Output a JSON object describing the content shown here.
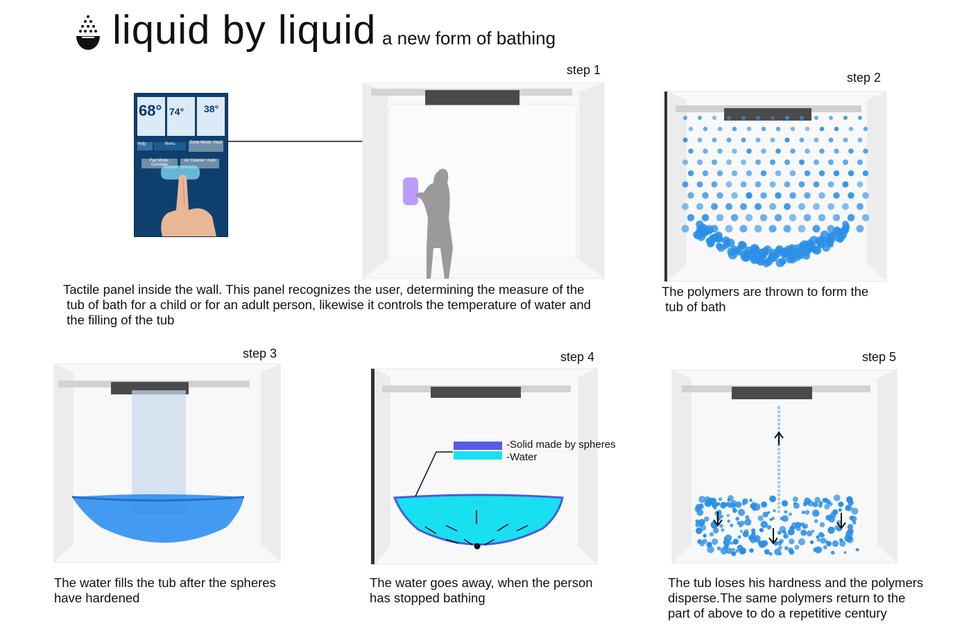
{
  "header": {
    "title": "liquid by liquid",
    "subtitle": "a new form of bathing",
    "logo_icon": "bath-drops-icon"
  },
  "steps": [
    {
      "label": "step 1",
      "caption": "Tactile panel inside the wall. This panel recognizes the user, determining the measure of the\n tub of bath for a child or for an adult person, likewise it controls the temperature of water and\n the filling of the tub"
    },
    {
      "label": "step 2",
      "caption": "The polymers are thrown to form the\n tub of bath"
    },
    {
      "label": "step 3",
      "caption": "The water fills the tub after the spheres\nhave hardened"
    },
    {
      "label": "step 4",
      "caption": "The water goes away, when the person\nhas stopped bathing"
    },
    {
      "label": "step 5",
      "caption": "The tub loses his hardness and the polymers\ndisperse.The same polymers return to the\npart of above to do a repetitive century"
    }
  ],
  "thermostat": {
    "temp_main": "68°",
    "temp_set": "74°",
    "temp_out": "38°",
    "btn_help": "Help",
    "btn_menu": "Menu",
    "btn_zone": "Zone Mode: Heat",
    "btn_fan": "Fan Mode: Circulate",
    "btn_air": "Air Cleaner: Auto"
  },
  "legend": {
    "solid": "-Solid made by spheres",
    "water": "-Water",
    "solid_color": "#5a5ae8",
    "water_color": "#19e0f0"
  },
  "colors": {
    "sphere": "#2a8fe6",
    "tub_blue": "#2f8ff0",
    "panel_purple": "#8a4dff"
  }
}
